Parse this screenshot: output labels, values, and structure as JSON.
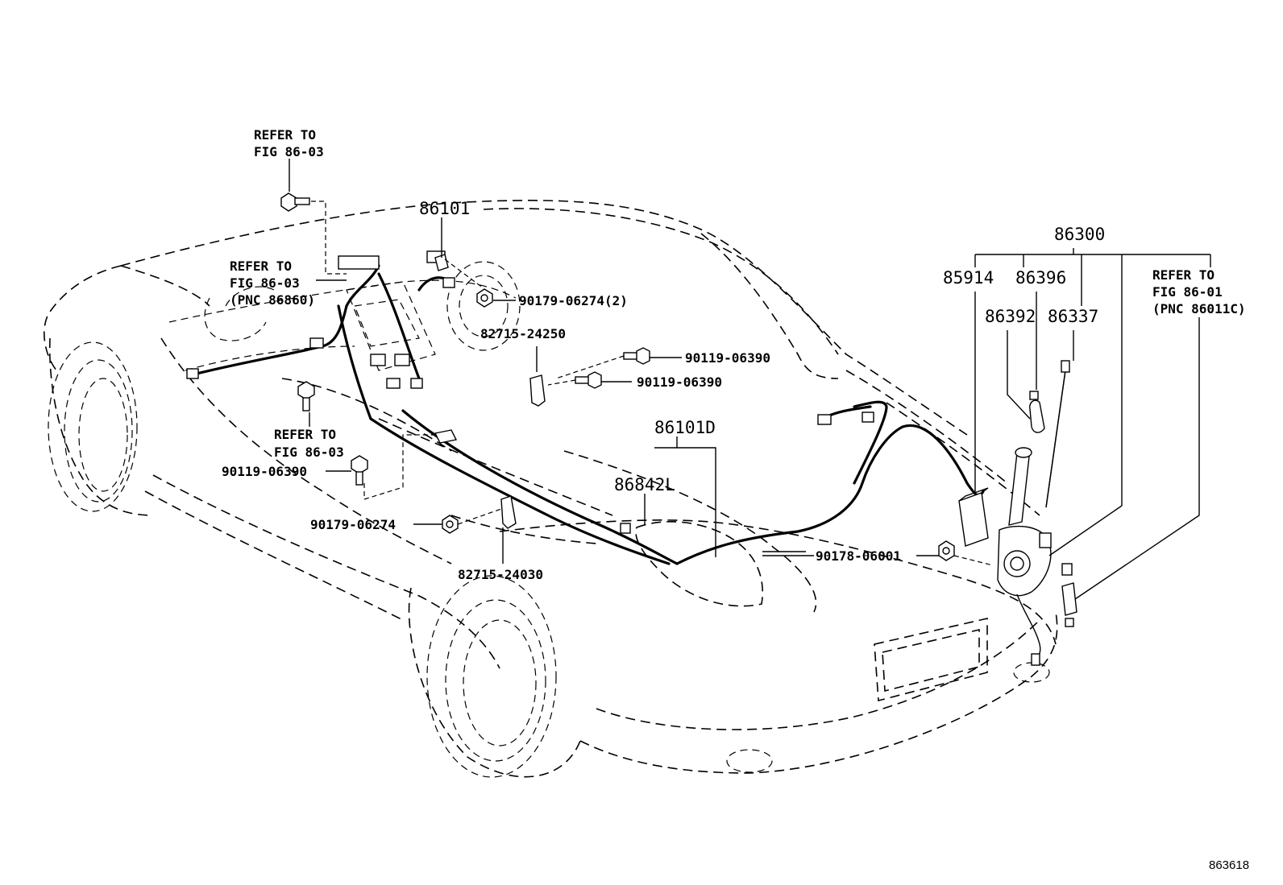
{
  "diagram": {
    "figure_number": "863618",
    "labels": {
      "refer_fig_8603_top": [
        "REFER TO",
        "FIG 86-03"
      ],
      "refer_fig_8603_pnc": [
        "REFER TO",
        "FIG 86-03",
        "(PNC 86860)"
      ],
      "refer_fig_8603_left": [
        "REFER TO",
        "FIG 86-03"
      ],
      "refer_fig_8601_pnc": [
        "REFER TO",
        "FIG 86-01",
        "(PNC 86011C)"
      ],
      "p86101": "86101",
      "p86101d": "86101D",
      "p86842l": "86842L",
      "p86300": "86300",
      "p85914": "85914",
      "p86396": "86396",
      "p86392": "86392",
      "p86337": "86337",
      "p90179_06274_2": "90179-06274(2)",
      "p82715_24250": "82715-24250",
      "p90119_06390_a": "90119-06390",
      "p90119_06390_b": "90119-06390",
      "p90119_06390_c": "90119-06390",
      "p90179_06274": "90179-06274",
      "p82715_24030": "82715-24030",
      "p90178_06001": "90178-06001"
    }
  }
}
